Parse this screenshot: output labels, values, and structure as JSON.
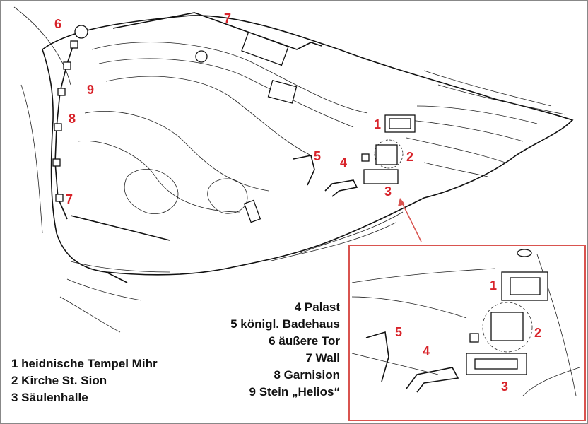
{
  "map_labels": {
    "n1": "1",
    "n2": "2",
    "n3": "3",
    "n4": "4",
    "n5": "5",
    "n6": "6",
    "n7": "7",
    "n8": "8",
    "n9": "9"
  },
  "inset_labels": {
    "n1": "1",
    "n2": "2",
    "n3": "3",
    "n4": "4",
    "n5": "5"
  },
  "legend_left": [
    "1 heidnische Tempel  Mihr",
    "2 Kirche St. Sion",
    "3 Säulenhalle"
  ],
  "legend_right": [
    "4 Palast",
    "5 königl. Badehaus",
    "6 äußere Tor",
    "7 Wall",
    "8 Garnision",
    "9 Stein „Helios“"
  ],
  "colors": {
    "label": "#d8232a",
    "inset_border": "#d9534f",
    "lines": "#222222"
  }
}
